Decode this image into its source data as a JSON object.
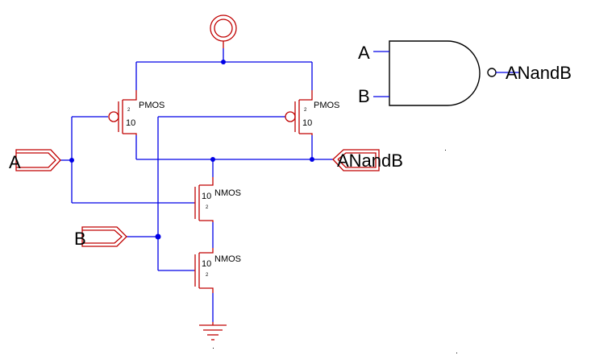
{
  "ports": {
    "input_a": "A",
    "input_b": "B",
    "output": "ANandB"
  },
  "transistors": {
    "pmos_left": {
      "type": "PMOS",
      "width": "10",
      "length": "2"
    },
    "pmos_right": {
      "type": "PMOS",
      "width": "10",
      "length": "2"
    },
    "nmos_top": {
      "type": "NMOS",
      "width": "10",
      "length": "2"
    },
    "nmos_bottom": {
      "type": "NMOS",
      "width": "10",
      "length": "2"
    }
  },
  "symbol": {
    "input_a": "A",
    "input_b": "B",
    "output": "ANandB"
  },
  "colors": {
    "wire": "#0000e6",
    "component": "#c00000",
    "gate_symbol": "#000000"
  },
  "icons": [
    "vdd-supply-icon",
    "ground-icon",
    "nand-gate-icon"
  ]
}
